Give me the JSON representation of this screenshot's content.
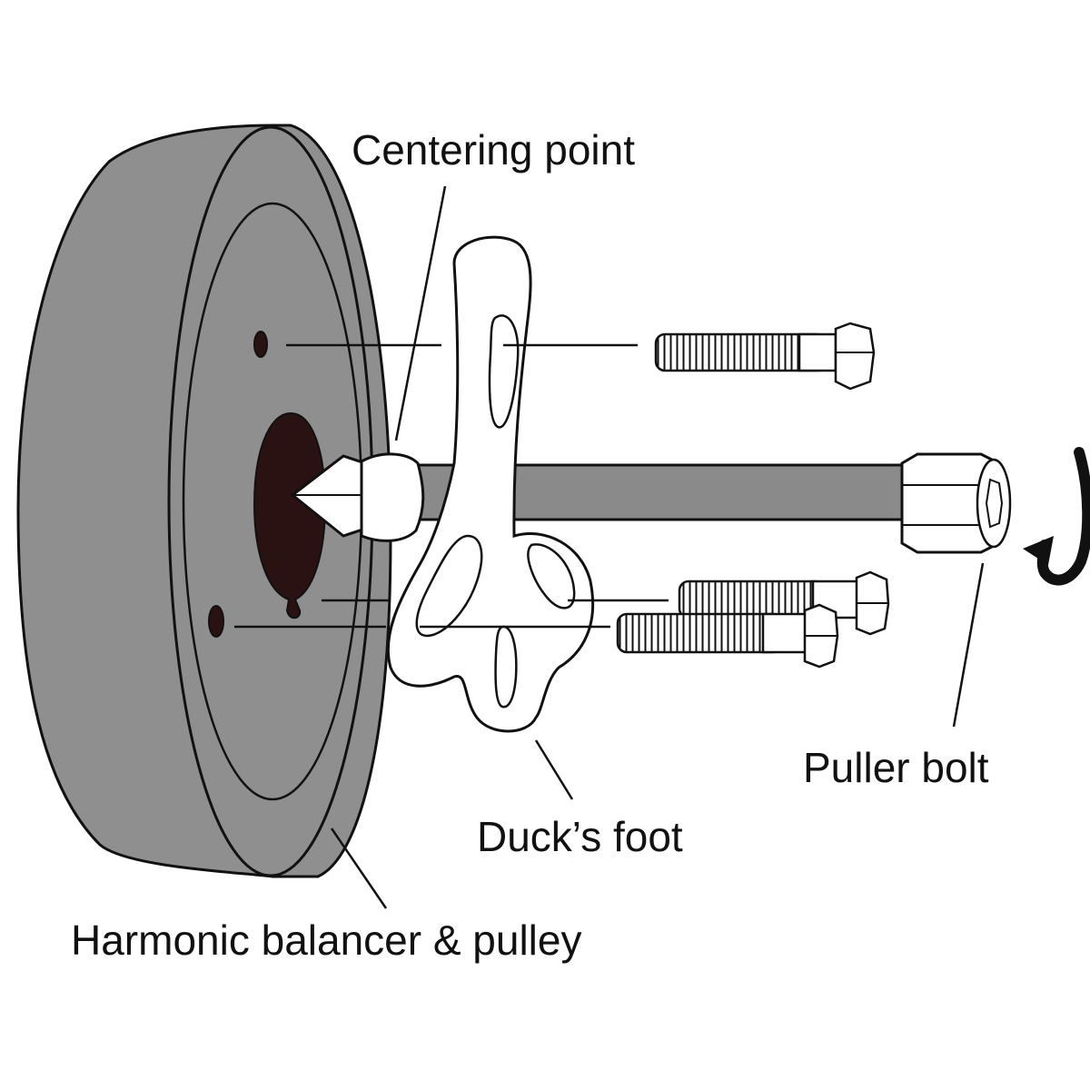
{
  "labels": {
    "centering_point": "Centering point",
    "puller_bolt": "Puller bolt",
    "ducks_foot": "Duck’s foot",
    "harmonic_balancer": "Harmonic balancer & pulley"
  },
  "colors": {
    "pulley_gray": "#8f8f8f",
    "rod_gray": "#8a8a8a",
    "bore_dark": "#2a1212",
    "outline": "#111111",
    "background": "#ffffff"
  },
  "icons": {
    "rotation_arrow": "rotation-arrow-icon"
  }
}
